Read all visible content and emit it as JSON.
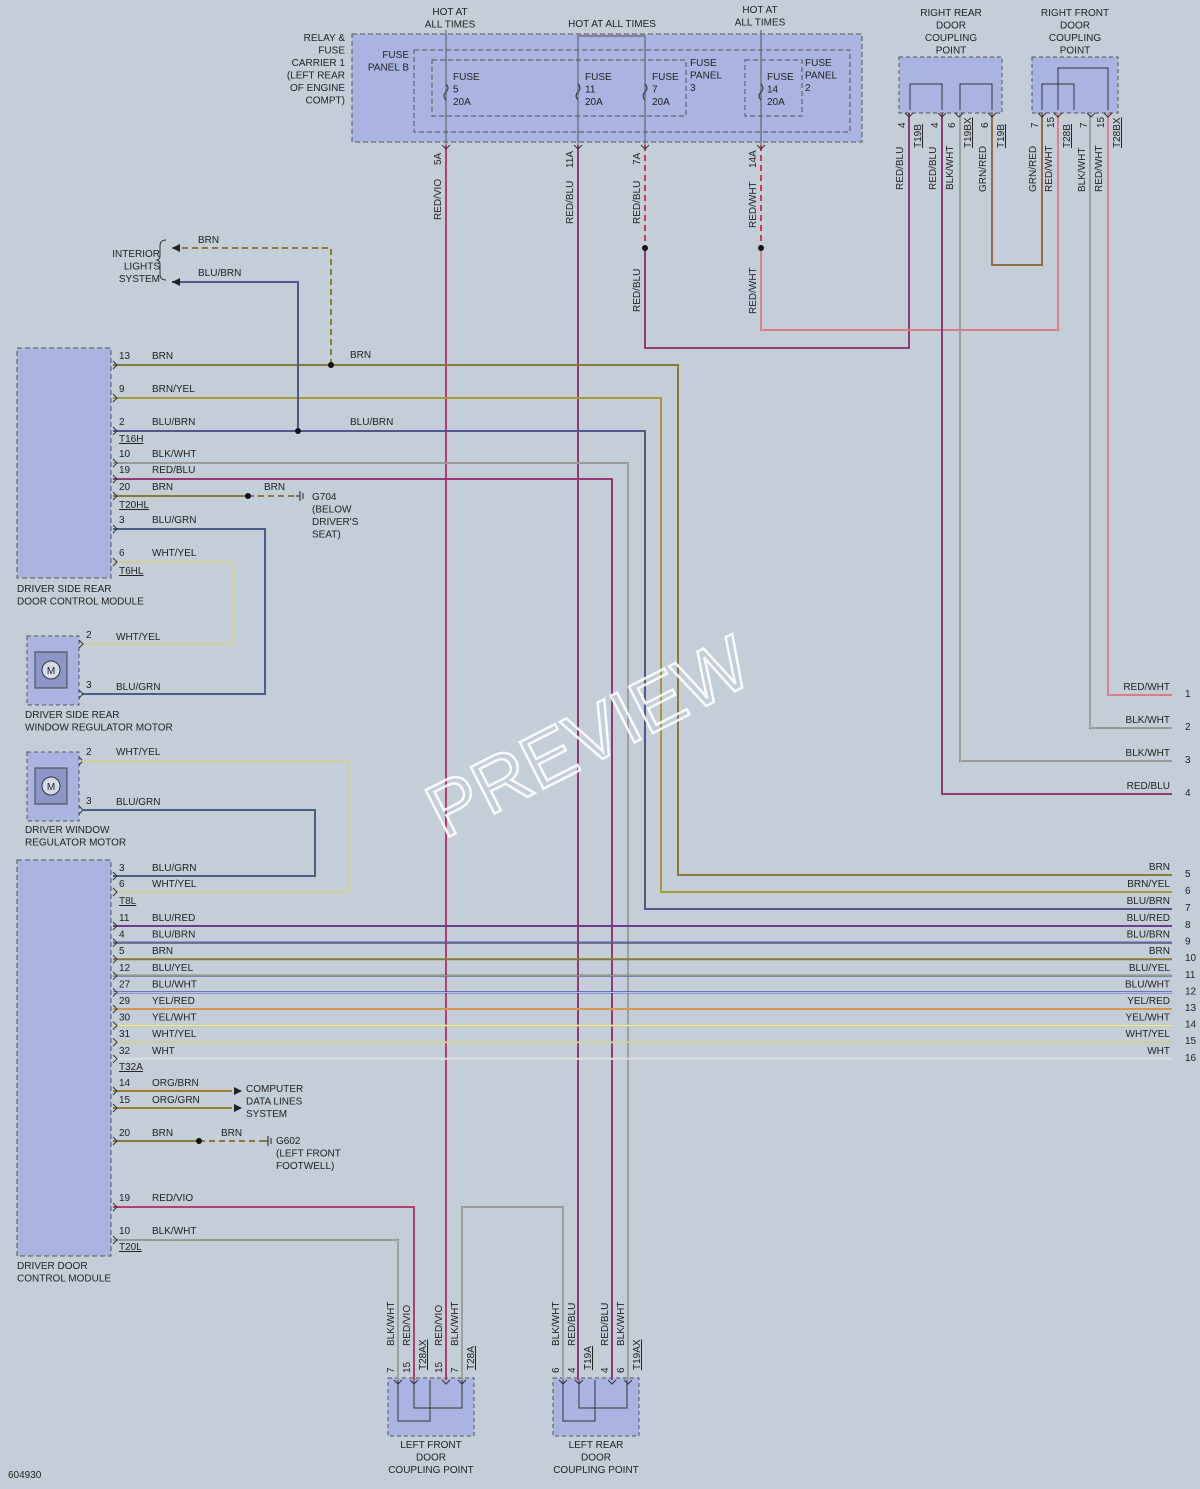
{
  "page_number": "604930",
  "watermark": "PREVIEW",
  "hot_labels": [
    {
      "text": "HOT AT\nALL TIMES"
    },
    {
      "text": "HOT AT ALL TIMES"
    },
    {
      "text": "HOT AT\nALL TIMES"
    }
  ],
  "relay_carrier": {
    "label": "RELAY &\nFUSE\nCARRIER 1\n(LEFT REAR\nOF ENGINE\nCOMPT)"
  },
  "fuse_panels": [
    {
      "label": "FUSE\nPANEL B"
    },
    {
      "label": "FUSE\nPANEL\n3"
    },
    {
      "label": "FUSE\nPANEL\n2"
    }
  ],
  "fuses": [
    {
      "label": "FUSE\n5\n20A",
      "pin": "5A",
      "wire": "RED/VIO"
    },
    {
      "label": "FUSE\n11\n20A",
      "pin": "11A",
      "wire": "RED/BLU"
    },
    {
      "label": "FUSE\n7\n20A",
      "pin": "7A",
      "wire": "RED/BLU"
    },
    {
      "label": "FUSE\n14\n20A",
      "pin": "14A",
      "wire": "RED/WHT"
    }
  ],
  "red_blu_lower": "RED/BLU",
  "red_wht_lower": "RED/WHT",
  "right_rear_coupling": {
    "label": "RIGHT REAR\nDOOR\nCOUPLING\nPOINT",
    "pins": [
      {
        "num": "4",
        "conn": "T19B",
        "wire": "RED/BLU"
      },
      {
        "num": "4",
        "conn": "",
        "wire": "RED/BLU"
      },
      {
        "num": "6",
        "conn": "T19BX",
        "wire": "BLK/WHT"
      },
      {
        "num": "6",
        "conn": "T19B",
        "wire": "GRN/RED"
      }
    ]
  },
  "right_front_coupling": {
    "label": "RIGHT FRONT\nDOOR\nCOUPLING\nPOINT",
    "pins": [
      {
        "num": "7",
        "conn": "",
        "wire": "GRN/RED"
      },
      {
        "num": "15",
        "conn": "T28B",
        "wire": "RED/WHT"
      },
      {
        "num": "7",
        "conn": "",
        "wire": "BLK/WHT"
      },
      {
        "num": "15",
        "conn": "T28BX",
        "wire": "RED/WHT"
      }
    ]
  },
  "interior_lights": {
    "label": "INTERIOR\nLIGHTS\nSYSTEM",
    "wire1": "BRN",
    "wire2": "BLU/BRN"
  },
  "rear_module": {
    "label": "DRIVER SIDE REAR\nDOOR CONTROL MODULE",
    "pins": [
      {
        "num": "13",
        "wire": "BRN"
      },
      {
        "num": "9",
        "wire": "BRN/YEL"
      },
      {
        "num": "2",
        "wire": "BLU/BRN"
      },
      {
        "num": "10",
        "wire": "BLK/WHT"
      },
      {
        "num": "19",
        "wire": "RED/BLU"
      },
      {
        "num": "20",
        "wire": "BRN"
      },
      {
        "num": "3",
        "wire": "BLU/GRN"
      },
      {
        "num": "6",
        "wire": "WHT/YEL"
      }
    ],
    "conn1": "T16H",
    "conn2": "T20HL",
    "conn3": "T6HL",
    "brn_right": "BRN",
    "blu_brn_right": "BLU/BRN",
    "ground_wire": "BRN"
  },
  "ground_g704": {
    "label": "G704\n(BELOW\nDRIVER'S\nSEAT)"
  },
  "rear_motor": {
    "label": "DRIVER SIDE REAR\nWINDOW REGULATOR MOTOR",
    "pins": [
      {
        "num": "2",
        "wire": "WHT/YEL"
      },
      {
        "num": "3",
        "wire": "BLU/GRN"
      }
    ],
    "symbol": "M"
  },
  "driver_motor": {
    "label": "DRIVER WINDOW\nREGULATOR MOTOR",
    "pins": [
      {
        "num": "2",
        "wire": "WHT/YEL"
      },
      {
        "num": "3",
        "wire": "BLU/GRN"
      }
    ],
    "symbol": "M"
  },
  "door_module": {
    "label": "DRIVER DOOR\nCONTROL MODULE",
    "top_pins": [
      {
        "num": "3",
        "wire": "BLU/GRN"
      },
      {
        "num": "6",
        "wire": "WHT/YEL"
      }
    ],
    "conn_t8l": "T8L",
    "mid_pins": [
      {
        "num": "11",
        "wire": "BLU/RED"
      },
      {
        "num": "4",
        "wire": "BLU/BRN"
      },
      {
        "num": "5",
        "wire": "BRN"
      },
      {
        "num": "12",
        "wire": "BLU/YEL"
      },
      {
        "num": "27",
        "wire": "BLU/WHT"
      },
      {
        "num": "29",
        "wire": "YEL/RED"
      },
      {
        "num": "30",
        "wire": "YEL/WHT"
      },
      {
        "num": "31",
        "wire": "WHT/YEL"
      },
      {
        "num": "32",
        "wire": "WHT"
      }
    ],
    "conn_t32a": "T32A",
    "data_pins": [
      {
        "num": "14",
        "wire": "ORG/BRN"
      },
      {
        "num": "15",
        "wire": "ORG/GRN"
      }
    ],
    "data_label": "COMPUTER\nDATA LINES\nSYSTEM",
    "ground_pin": {
      "num": "20",
      "wire": "BRN"
    },
    "ground_wire": "BRN",
    "bottom_pins": [
      {
        "num": "19",
        "wire": "RED/VIO"
      },
      {
        "num": "10",
        "wire": "BLK/WHT"
      }
    ],
    "conn_t20l": "T20L"
  },
  "ground_g602": {
    "label": "G602\n(LEFT FRONT\nFOOTWELL)"
  },
  "right_outputs": [
    {
      "num": "1",
      "wire": "RED/WHT"
    },
    {
      "num": "2",
      "wire": "BLK/WHT"
    },
    {
      "num": "3",
      "wire": "BLK/WHT"
    },
    {
      "num": "4",
      "wire": "RED/BLU"
    },
    {
      "num": "5",
      "wire": "BRN"
    },
    {
      "num": "6",
      "wire": "BRN/YEL"
    },
    {
      "num": "7",
      "wire": "BLU/BRN"
    },
    {
      "num": "8",
      "wire": "BLU/RED"
    },
    {
      "num": "9",
      "wire": "BLU/BRN"
    },
    {
      "num": "10",
      "wire": "BRN"
    },
    {
      "num": "11",
      "wire": "BLU/YEL"
    },
    {
      "num": "12",
      "wire": "BLU/WHT"
    },
    {
      "num": "13",
      "wire": "YEL/RED"
    },
    {
      "num": "14",
      "wire": "YEL/WHT"
    },
    {
      "num": "15",
      "wire": "WHT/YEL"
    },
    {
      "num": "16",
      "wire": "WHT"
    }
  ],
  "left_front_coupling": {
    "label": "LEFT FRONT\nDOOR\nCOUPLING POINT",
    "pins": [
      {
        "num": "7",
        "conn": "",
        "wire": "BLK/WHT"
      },
      {
        "num": "15",
        "conn": "T28AX",
        "wire": "RED/VIO"
      },
      {
        "num": "15",
        "conn": "",
        "wire": "RED/VIO"
      },
      {
        "num": "7",
        "conn": "T28A",
        "wire": "BLK/WHT"
      }
    ]
  },
  "left_rear_coupling": {
    "label": "LEFT REAR\nDOOR\nCOUPLING POINT",
    "pins": [
      {
        "num": "6",
        "conn": "",
        "wire": "BLK/WHT"
      },
      {
        "num": "4",
        "conn": "T19A",
        "wire": "RED/BLU"
      },
      {
        "num": "4",
        "conn": "",
        "wire": "RED/BLU"
      },
      {
        "num": "6",
        "conn": "T19AX",
        "wire": "BLK/WHT"
      }
    ]
  },
  "colors": {
    "background": "#c3ced8",
    "module": "#a9b4e0",
    "RED": "#d4354f",
    "BRN": "#8a7a3a",
    "BRN_YEL": "#a69a35",
    "BLU": "#3040b8",
    "BLK": "#686868",
    "WHT_YEL": "#d0cf9a",
    "YEL": "#d8cf50",
    "GRN": "#6a8f3a",
    "ORG": "#b87a20",
    "WHT": "#e8e8e8"
  }
}
